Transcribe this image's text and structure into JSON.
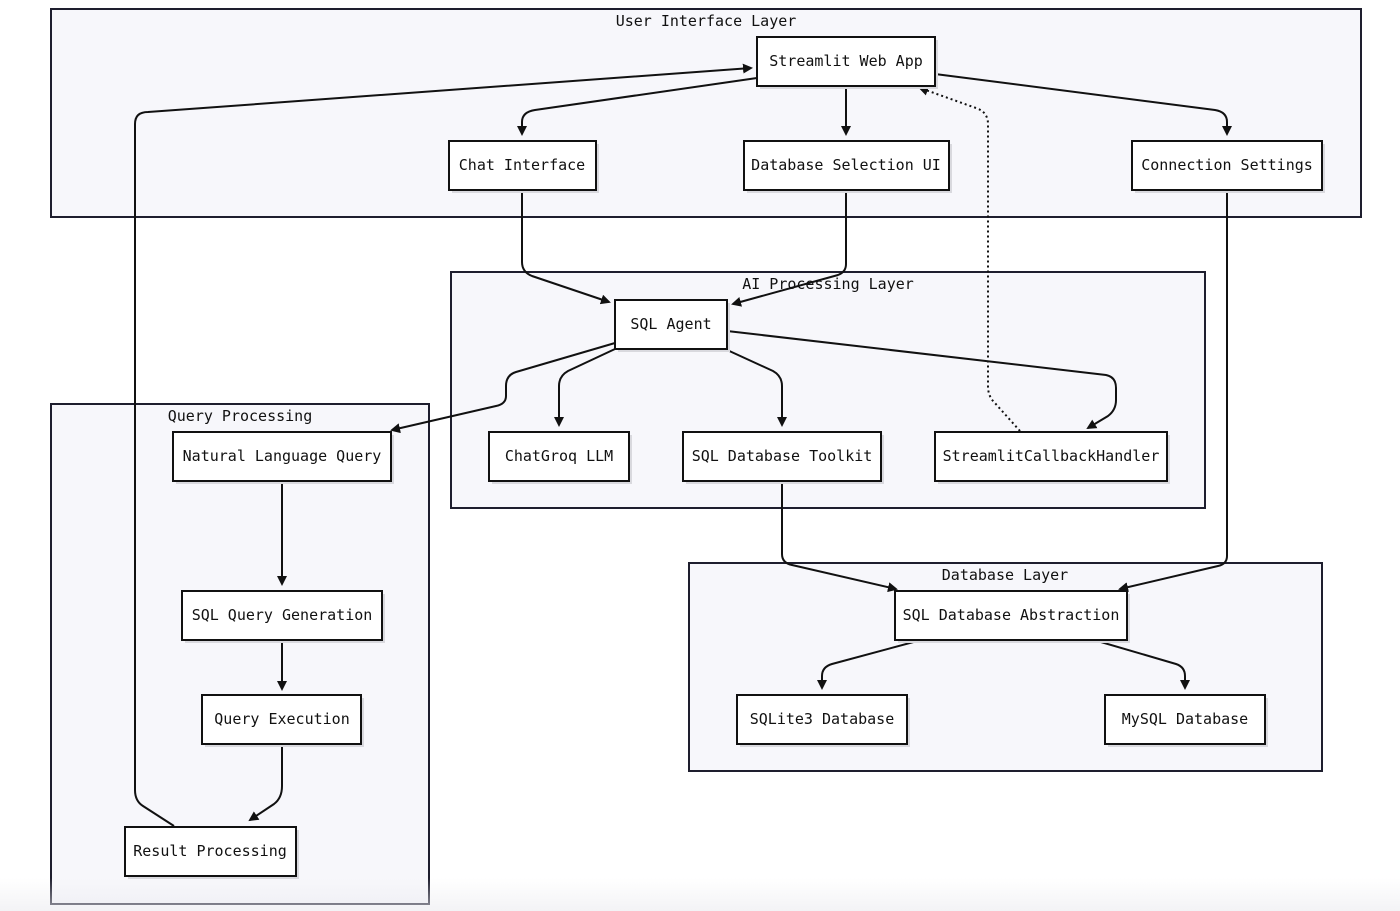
{
  "layers": {
    "ui": {
      "title": "User Interface Layer"
    },
    "ai": {
      "title": "AI Processing Layer"
    },
    "query": {
      "title": "Query Processing"
    },
    "db": {
      "title": "Database Layer"
    }
  },
  "nodes": {
    "streamlit_web_app": "Streamlit Web App",
    "chat_interface": "Chat Interface",
    "database_selection_ui": "Database Selection UI",
    "connection_settings": "Connection Settings",
    "sql_agent": "SQL Agent",
    "chatgroq_llm": "ChatGroq LLM",
    "sql_database_toolkit": "SQL Database Toolkit",
    "streamlit_callback_handler": "StreamlitCallbackHandler",
    "natural_language_query": "Natural Language Query",
    "sql_query_generation": "SQL Query Generation",
    "query_execution": "Query Execution",
    "result_processing": "Result Processing",
    "sql_database_abstraction": "SQL Database Abstraction",
    "sqlite3_database": "SQLite3 Database",
    "mysql_database": "MySQL Database"
  },
  "edges": [
    {
      "from": "streamlit_web_app",
      "to": "chat_interface"
    },
    {
      "from": "streamlit_web_app",
      "to": "database_selection_ui"
    },
    {
      "from": "streamlit_web_app",
      "to": "connection_settings"
    },
    {
      "from": "chat_interface",
      "to": "sql_agent"
    },
    {
      "from": "database_selection_ui",
      "to": "sql_agent"
    },
    {
      "from": "connection_settings",
      "to": "sql_database_abstraction"
    },
    {
      "from": "sql_agent",
      "to": "natural_language_query"
    },
    {
      "from": "sql_agent",
      "to": "chatgroq_llm"
    },
    {
      "from": "sql_agent",
      "to": "sql_database_toolkit"
    },
    {
      "from": "sql_agent",
      "to": "streamlit_callback_handler"
    },
    {
      "from": "streamlit_callback_handler",
      "to": "streamlit_web_app",
      "style": "dotted"
    },
    {
      "from": "sql_database_toolkit",
      "to": "sql_database_abstraction"
    },
    {
      "from": "natural_language_query",
      "to": "sql_query_generation"
    },
    {
      "from": "sql_query_generation",
      "to": "query_execution"
    },
    {
      "from": "query_execution",
      "to": "result_processing"
    },
    {
      "from": "result_processing",
      "to": "streamlit_web_app"
    },
    {
      "from": "sql_database_abstraction",
      "to": "sqlite3_database"
    },
    {
      "from": "sql_database_abstraction",
      "to": "mysql_database"
    }
  ]
}
